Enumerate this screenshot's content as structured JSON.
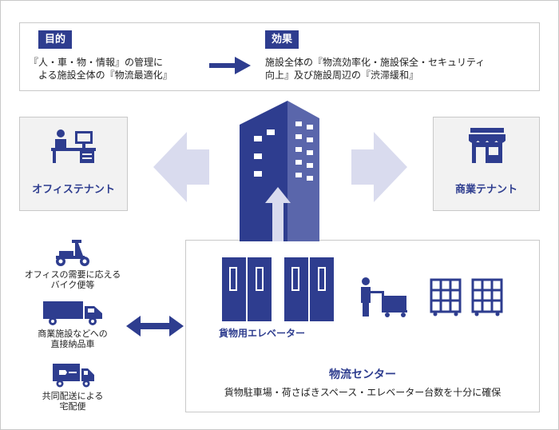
{
  "top": {
    "purpose": {
      "tag": "目的",
      "line1": "『人・車・物・情報』の管理に",
      "line2": "よる施設全体の『物流最適化』"
    },
    "effect": {
      "tag": "効果",
      "line1": "施設全体の『物流効率化・施設保全・セキュリティ",
      "line2": "向上』及び施設周辺の『渋滞緩和』"
    }
  },
  "office_tenant": {
    "label": "オフィステナント",
    "icon": "office-worker-icon"
  },
  "commercial_tenant": {
    "label": "商業テナント",
    "icon": "storefront-icon"
  },
  "vehicles": [
    {
      "icon": "motorbike-icon",
      "line1": "オフィスの需要に応える",
      "line2": "バイク便等"
    },
    {
      "icon": "truck-icon",
      "line1": "商業施設などへの",
      "line2": "直接納品車"
    },
    {
      "icon": "delivery-van-icon",
      "line1": "共同配送による",
      "line2": "宅配便"
    }
  ],
  "center": {
    "elevator_label": "貨物用エレベーター",
    "title": "物流センター",
    "description": "貨物駐車場・荷さばきスペース・エレベーター台数を十分に確保"
  },
  "colors": {
    "navy": "#2e3d8f",
    "arrow_light": "#d9dbee",
    "panel_bg": "#f2f2f2",
    "border": "#c9c9c9"
  }
}
